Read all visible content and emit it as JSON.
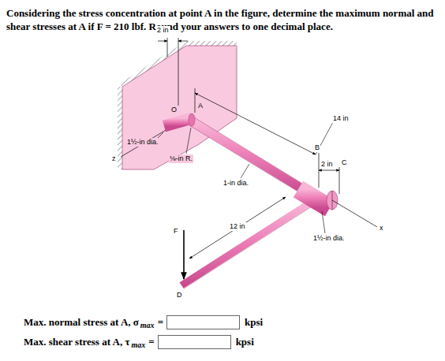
{
  "diagram": {
    "title": "Considering the stress concentration at point A in the figure, determine the maximum normal and shear stresses at A if F = 210 lbf. Round your answers to one decimal place.",
    "labels": [
      "2 in",
      "O",
      "A",
      "1½-in dia.",
      "⅛-in R.",
      "z",
      "14 in",
      "1-in dia.",
      "B",
      "2 in",
      "C",
      "12 in",
      "F",
      "D",
      "1½-in dia.",
      "x",
      "Max. normal stress at A, σ",
      "max",
      "=",
      "kpsi",
      "Max. shear stress at A, τ",
      "max",
      "=",
      "kpsi"
    ]
  }
}
